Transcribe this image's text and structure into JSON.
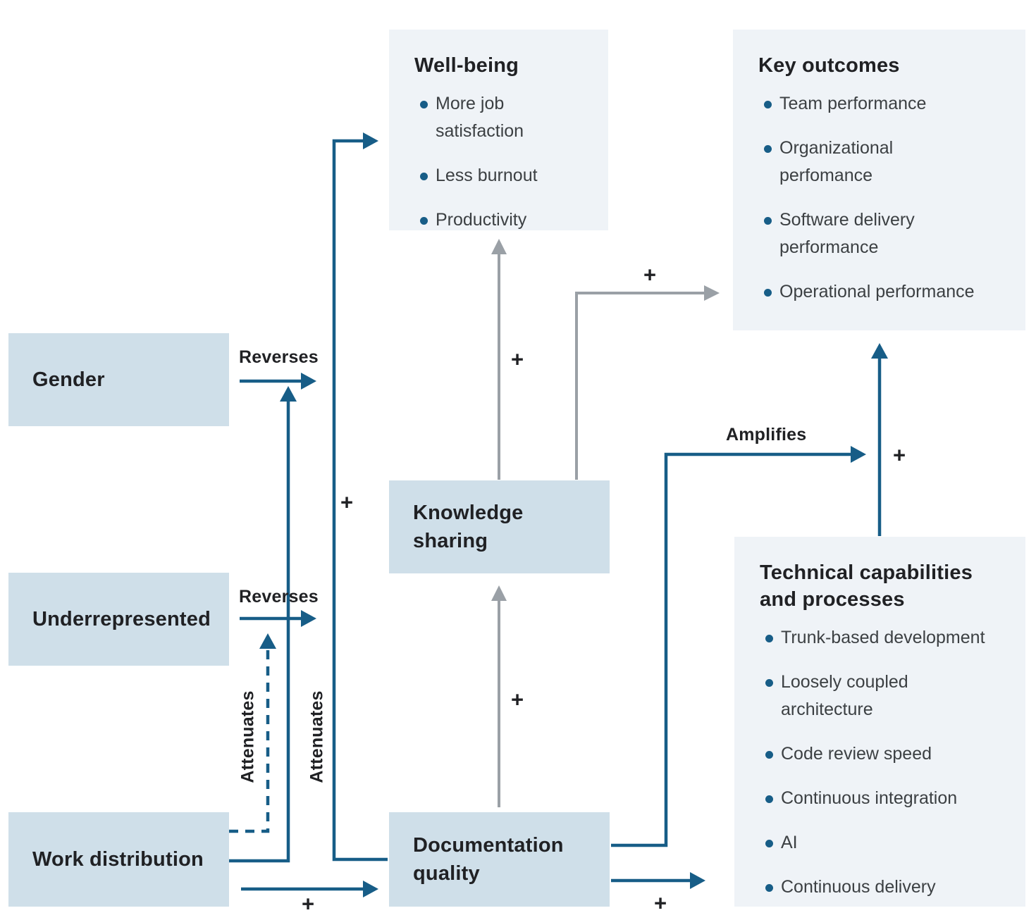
{
  "nodes": {
    "gender": "Gender",
    "underrepresented": "Underrepresented",
    "work_distribution": "Work distribution",
    "knowledge_sharing": "Knowledge\nsharing",
    "documentation_quality": "Documentation\nquality"
  },
  "panels": {
    "well_being": {
      "title": "Well-being",
      "items": [
        "More job satisfaction",
        "Less burnout",
        "Productivity"
      ]
    },
    "key_outcomes": {
      "title": "Key outcomes",
      "items": [
        "Team performance",
        "Organizational\nperfomance",
        "Software delivery\nperformance",
        "Operational performance"
      ]
    },
    "technical_capabilities": {
      "title": "Technical capabilities\nand processes",
      "items": [
        "Trunk-based development",
        "Loosely coupled architecture",
        "Code review speed",
        "Continuous integration",
        "AI",
        "Continuous delivery"
      ]
    }
  },
  "edge_labels": {
    "reverses_gender": "Reverses",
    "reverses_underrepresented": "Reverses",
    "attenuates_solid": "Attenuates",
    "attenuates_dashed": "Attenuates",
    "amplifies": "Amplifies",
    "plus": "+"
  },
  "colors": {
    "accent_blue": "#175d87",
    "arrow_gray": "#9aa0a6",
    "node_fill": "#cfdfe9",
    "panel_fill": "#eff3f7",
    "text_dark": "#202124",
    "text_body": "#3c4043"
  }
}
